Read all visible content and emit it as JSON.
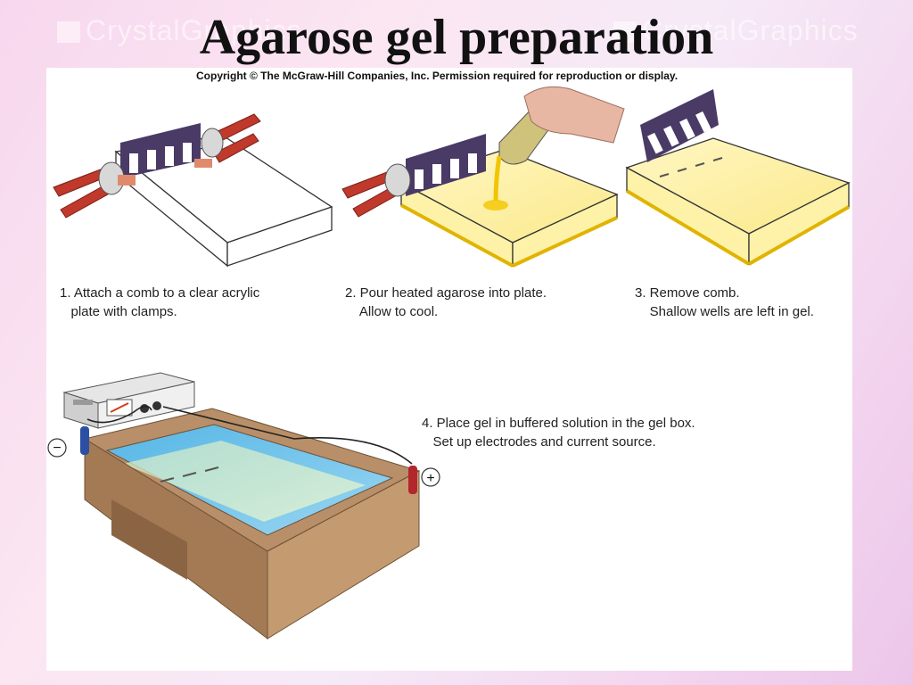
{
  "slide": {
    "title": "Agarose gel preparation",
    "watermark": "CrystalGraphics",
    "copyright": "Copyright © The McGraw-Hill Companies, Inc. Permission required for reproduction or display."
  },
  "steps": [
    {
      "line1": "1. Attach a comb to a clear acrylic",
      "line2": "   plate with clamps."
    },
    {
      "line1": "2. Pour heated agarose into plate.",
      "line2": "    Allow to cool."
    },
    {
      "line1": "3. Remove comb.",
      "line2": "    Shallow wells are left in gel."
    },
    {
      "line1": "4. Place gel in buffered solution in the gel box.",
      "line2": "   Set up electrodes and current source."
    }
  ],
  "electrodes": {
    "negative": "−",
    "positive": "+"
  },
  "colors": {
    "clamp": "#c0392b",
    "comb": "#4a3a66",
    "agarose": "#f2c500",
    "buffer": "#7fc8ea",
    "gelbox": "#b88f68"
  }
}
